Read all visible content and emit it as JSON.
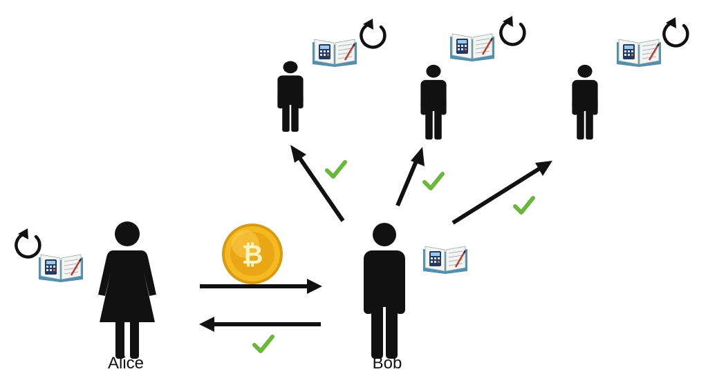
{
  "people": {
    "alice": {
      "name": "Alice"
    },
    "bob": {
      "name": "Bob"
    }
  },
  "colors": {
    "figure": "#111111",
    "check": "#6ab83a",
    "coin": "#e6a817",
    "coin_light": "#ffd75a",
    "book_cover": "#4e8fb2",
    "calculator": "#1f3a63"
  },
  "icons": [
    "person-icon",
    "ledger-book-icon",
    "sync-icon",
    "checkmark-icon",
    "bitcoin-coin-icon",
    "arrow"
  ]
}
